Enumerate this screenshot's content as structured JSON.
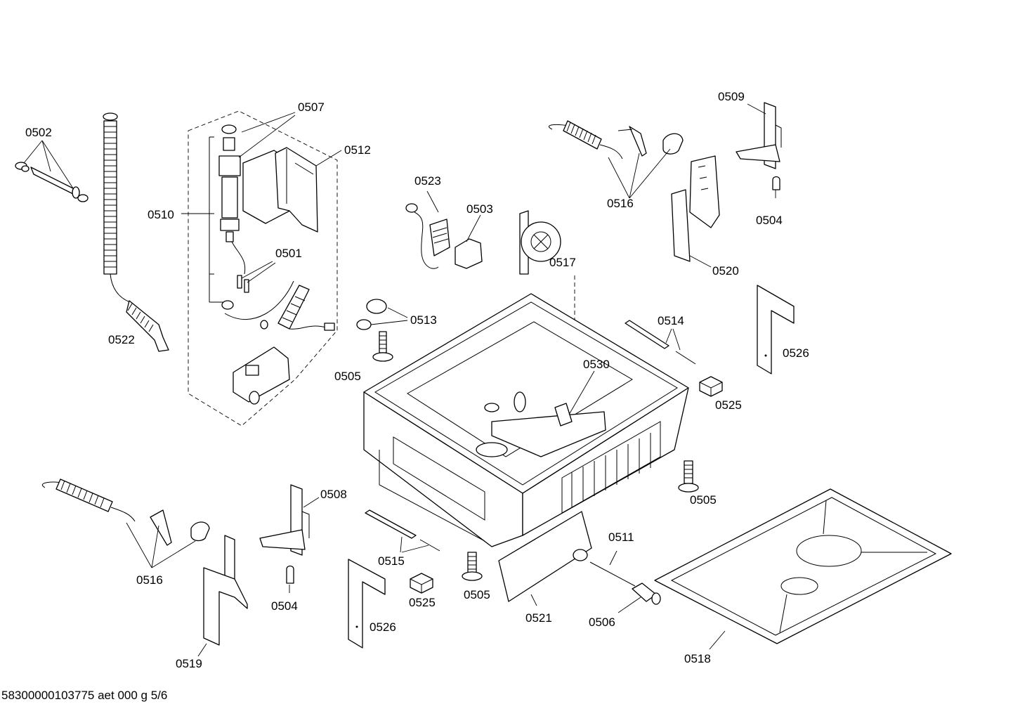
{
  "diagram": {
    "document_id": "58300000103775 aet 000 g 5/6",
    "part_labels": {
      "p0502": "0502",
      "p0507": "0507",
      "p0512": "0512",
      "p0510": "0510",
      "p0501": "0501",
      "p0522": "0522",
      "p0523": "0523",
      "p0503": "0503",
      "p0517": "0517",
      "p0516a": "0516",
      "p0509": "0509",
      "p0504a": "0504",
      "p0520": "0520",
      "p0513": "0513",
      "p0505a": "0505",
      "p0514": "0514",
      "p0526a": "0526",
      "p0530": "0530",
      "p0525a": "0525",
      "p0505b": "0505",
      "p0508": "0508",
      "p0516b": "0516",
      "p0511": "0511",
      "p0515": "0515",
      "p0504b": "0504",
      "p0525b": "0525",
      "p0505c": "0505",
      "p0526b": "0526",
      "p0521": "0521",
      "p0506": "0506",
      "p0519": "0519",
      "p0518": "0518"
    }
  }
}
